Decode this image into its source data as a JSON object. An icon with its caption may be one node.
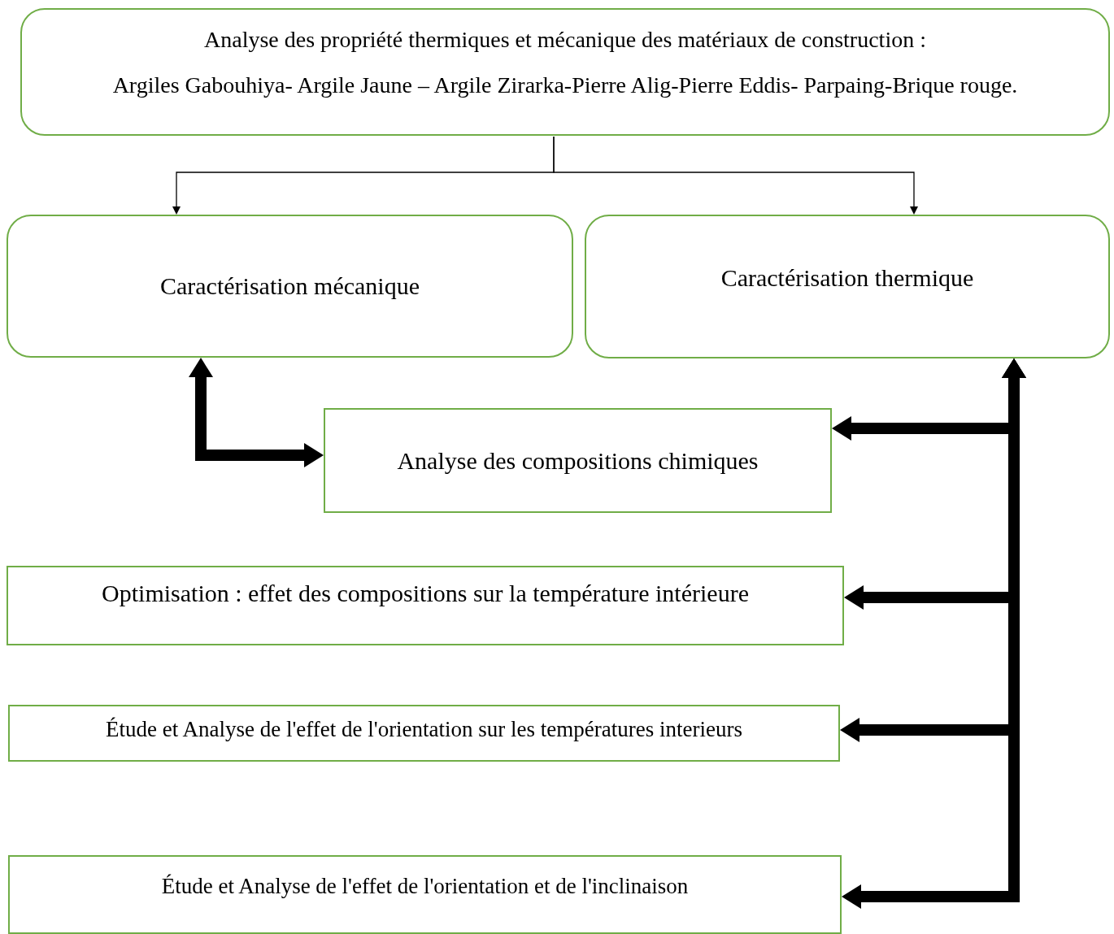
{
  "diagram": {
    "nodes": [
      {
        "text": [
          "Analyse des propriété thermiques et mécanique des matériaux de construction :",
          "Argiles Gabouhiya- Argile Jaune – Argile Zirarka-Pierre Alig-Pierre Eddis- Parpaing-Brique rouge."
        ]
      },
      {
        "text": [
          "Caractérisation mécanique"
        ]
      },
      {
        "text": [
          "Caractérisation thermique"
        ]
      },
      {
        "text": [
          "Analyse des compositions chimiques"
        ]
      },
      {
        "text": [
          "Optimisation : effet des compositions sur la température intérieure"
        ]
      },
      {
        "text": [
          "Étude et Analyse de l'effet de l'orientation sur les températures interieurs"
        ]
      },
      {
        "text": [
          "Étude et Analyse de l'effet de l'orientation et de l'inclinaison"
        ]
      }
    ],
    "edges": [
      {
        "from": 0,
        "to": 1,
        "arrow": "to"
      },
      {
        "from": 0,
        "to": 2,
        "arrow": "to"
      },
      {
        "from": 1,
        "to": 3,
        "arrow": "both"
      },
      {
        "from": 2,
        "to": 3,
        "arrow": "both"
      },
      {
        "from": 2,
        "to": 4,
        "arrow": "both"
      },
      {
        "from": 2,
        "to": 5,
        "arrow": "both"
      },
      {
        "from": 2,
        "to": 6,
        "arrow": "both"
      }
    ]
  }
}
